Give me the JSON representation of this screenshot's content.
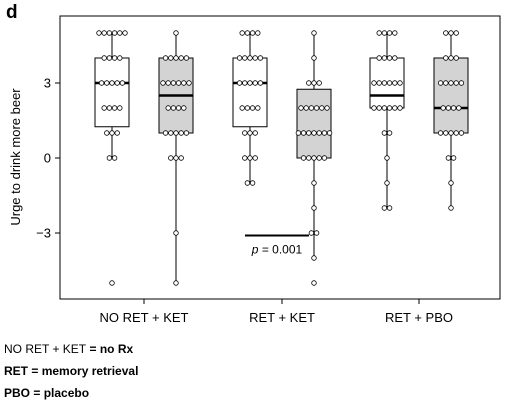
{
  "panel_label": "d",
  "legend": [
    {
      "term": "NO RET + KET",
      "sep": " = ",
      "definition": "no Rx"
    },
    {
      "term": "RET",
      "sep": " = ",
      "definition": "memory retrieval"
    },
    {
      "term": "PBO",
      "sep": " = ",
      "definition": "placebo"
    }
  ],
  "colors": {
    "light_box": "#ffffff",
    "dark_box": "#d3d3d3",
    "line": "#000000"
  },
  "chart_data": {
    "type": "box",
    "title": "",
    "xlabel": "",
    "ylabel": "Urge to drink more beer",
    "ylim": [
      -5.6,
      5.6
    ],
    "yticks": [
      -3,
      0,
      3
    ],
    "ytick_labels": [
      "−3",
      "0",
      "3"
    ],
    "grid": false,
    "categories": [
      "NO RET + KET",
      "RET + KET",
      "RET + PBO"
    ],
    "boxes": [
      {
        "group": "NO RET + KET",
        "shade": "light",
        "q1": 1.25,
        "median": 3,
        "q3": 4,
        "whisker_low": 0,
        "whisker_high": 5,
        "points": [
          5,
          5,
          5,
          5,
          5,
          5,
          4,
          4,
          4,
          4,
          3,
          3,
          3,
          3,
          3,
          2,
          2,
          2,
          2,
          1,
          1,
          1,
          0,
          0,
          -5
        ]
      },
      {
        "group": "NO RET + KET",
        "shade": "dark",
        "q1": 1,
        "median": 2.5,
        "q3": 4,
        "whisker_low": -5,
        "whisker_high": 5,
        "points": [
          5,
          4,
          4,
          4,
          4,
          4,
          3,
          3,
          3,
          3,
          3,
          3,
          2,
          2,
          2,
          2,
          1,
          1,
          1,
          1,
          1,
          0,
          0,
          0,
          -3,
          -5
        ]
      },
      {
        "group": "RET + KET",
        "shade": "light",
        "q1": 1.25,
        "median": 3,
        "q3": 4,
        "whisker_low": -1,
        "whisker_high": 5,
        "points": [
          5,
          5,
          5,
          5,
          4,
          4,
          4,
          4,
          4,
          3,
          3,
          3,
          3,
          3,
          2,
          2,
          2,
          2,
          1,
          1,
          1,
          0,
          0,
          0,
          -1,
          -1
        ]
      },
      {
        "group": "RET + KET",
        "shade": "dark",
        "q1": 0,
        "median": 1,
        "q3": 2.75,
        "whisker_low": -4,
        "whisker_high": 5,
        "points": [
          5,
          4,
          3,
          3,
          3,
          2,
          2,
          2,
          2,
          2,
          2,
          1,
          1,
          1,
          1,
          1,
          1,
          1,
          0,
          0,
          0,
          0,
          0,
          -1,
          -2,
          -3,
          -3,
          -4,
          -5
        ]
      },
      {
        "group": "RET + PBO",
        "shade": "light",
        "q1": 2,
        "median": 2.5,
        "q3": 4,
        "whisker_low": -2,
        "whisker_high": 5,
        "points": [
          5,
          5,
          5,
          5,
          4,
          4,
          4,
          4,
          3,
          3,
          3,
          3,
          3,
          3,
          2,
          2,
          2,
          2,
          2,
          2,
          1,
          1,
          0,
          -1,
          -2,
          -2
        ]
      },
      {
        "group": "RET + PBO",
        "shade": "dark",
        "q1": 1,
        "median": 2,
        "q3": 4,
        "whisker_low": -2,
        "whisker_high": 5,
        "points": [
          5,
          5,
          5,
          4,
          4,
          4,
          3,
          3,
          3,
          3,
          3,
          2,
          2,
          2,
          2,
          1,
          1,
          1,
          1,
          1,
          0,
          0,
          -1,
          -2
        ]
      }
    ],
    "annotations": [
      {
        "text": "p = 0.001",
        "p_symbol": "p",
        "p_value": " = 0.001",
        "y": -3.1,
        "from_group": "RET + KET"
      }
    ]
  }
}
